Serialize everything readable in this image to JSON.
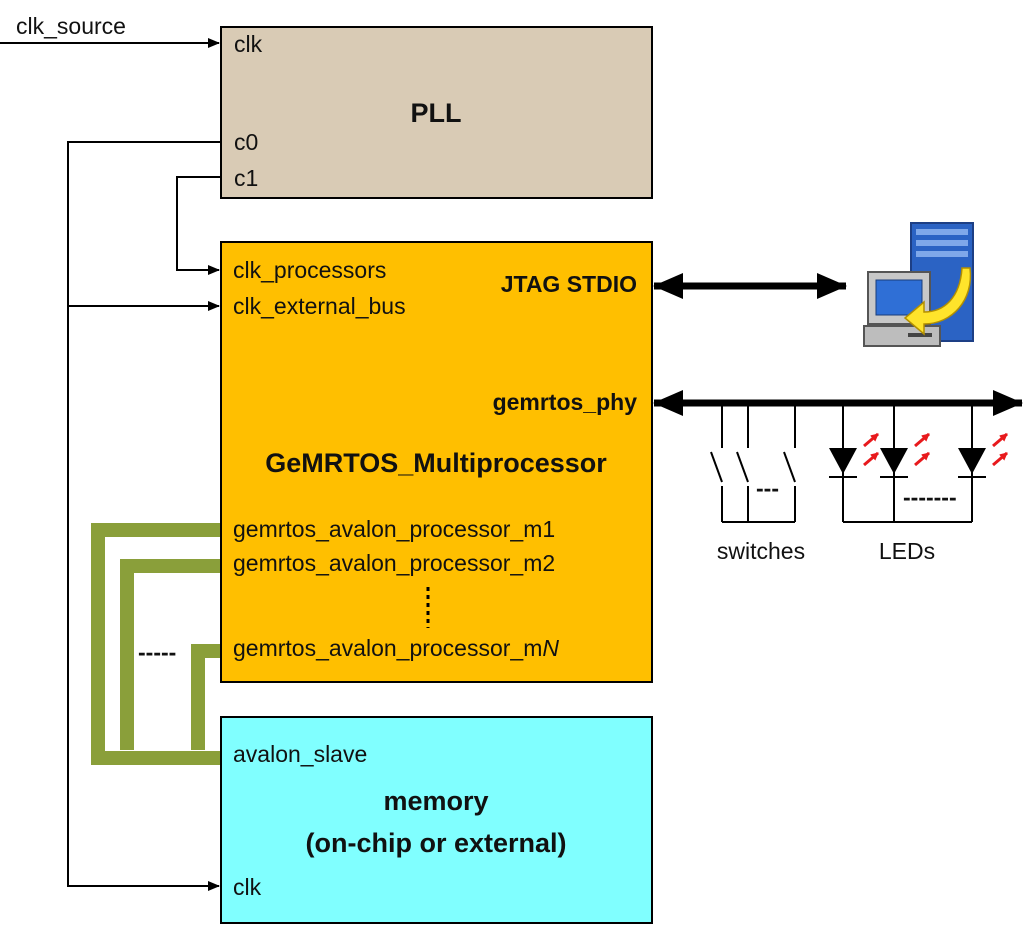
{
  "clk_source": "clk_source",
  "pll": {
    "title": "PLL",
    "clk": "clk",
    "c0": "c0",
    "c1": "c1",
    "color": "#d9cbb5"
  },
  "multiprocessor": {
    "title": "GeMRTOS_Multiprocessor",
    "clk_processors": "clk_processors",
    "clk_external_bus": "clk_external_bus",
    "jtag": "JTAG STDIO",
    "phy": "gemrtos_phy",
    "m1": "gemrtos_avalon_processor_m1",
    "m2": "gemrtos_avalon_processor_m2",
    "mN_prefix": "gemrtos_avalon_processor_m",
    "mN_suffix": "N",
    "color": "#ffbf00"
  },
  "memory": {
    "title_line1": "memory",
    "title_line2": "(on-chip or external)",
    "avalon_slave": "avalon_slave",
    "clk": "clk",
    "color": "#80ffff"
  },
  "peripherals": {
    "switches": "switches",
    "leds": "LEDs",
    "switch_dots": "---",
    "led_dots": "-------"
  },
  "bus_dots": "-----",
  "colors": {
    "avalon_bus": "#8a9f3a",
    "led_arrows": "#e8191c",
    "computer_blue": "#2b63c4"
  },
  "icons": [
    "computer-icon"
  ]
}
